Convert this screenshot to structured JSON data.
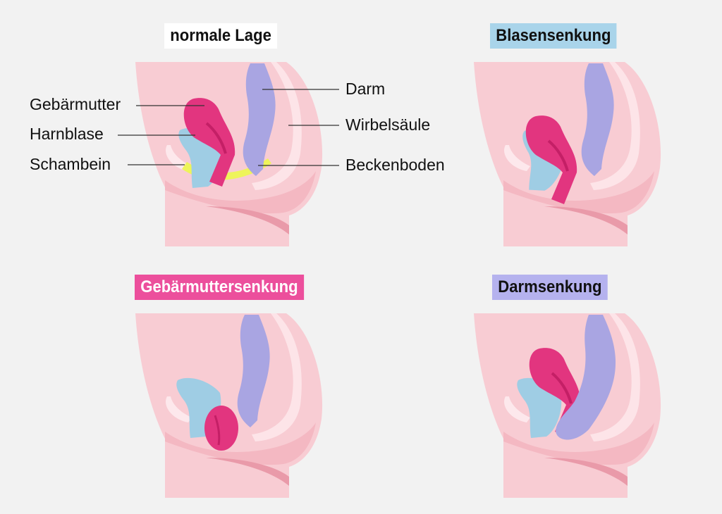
{
  "panels": [
    {
      "title": "normale Lage",
      "color": "#ffffff"
    },
    {
      "title": "Blasensenkung",
      "color": "#a9d4ea"
    },
    {
      "title": "Gebärmuttersenkung",
      "color": "#ec4f9c"
    },
    {
      "title": "Darmsenkung",
      "color": "#b5b2ee"
    }
  ],
  "labels": {
    "uterus": "Gebärmutter",
    "bladder": "Harnblase",
    "pubic_bone": "Schambein",
    "bowel": "Darm",
    "spine": "Wirbelsäule",
    "pelvic_floor": "Beckenboden"
  },
  "colors": {
    "body": "#f7c8cf",
    "uterus": "#e2357f",
    "bladder": "#9fcde4",
    "bowel": "#a9a5e2",
    "pelvic_floor": "#eef45a"
  }
}
